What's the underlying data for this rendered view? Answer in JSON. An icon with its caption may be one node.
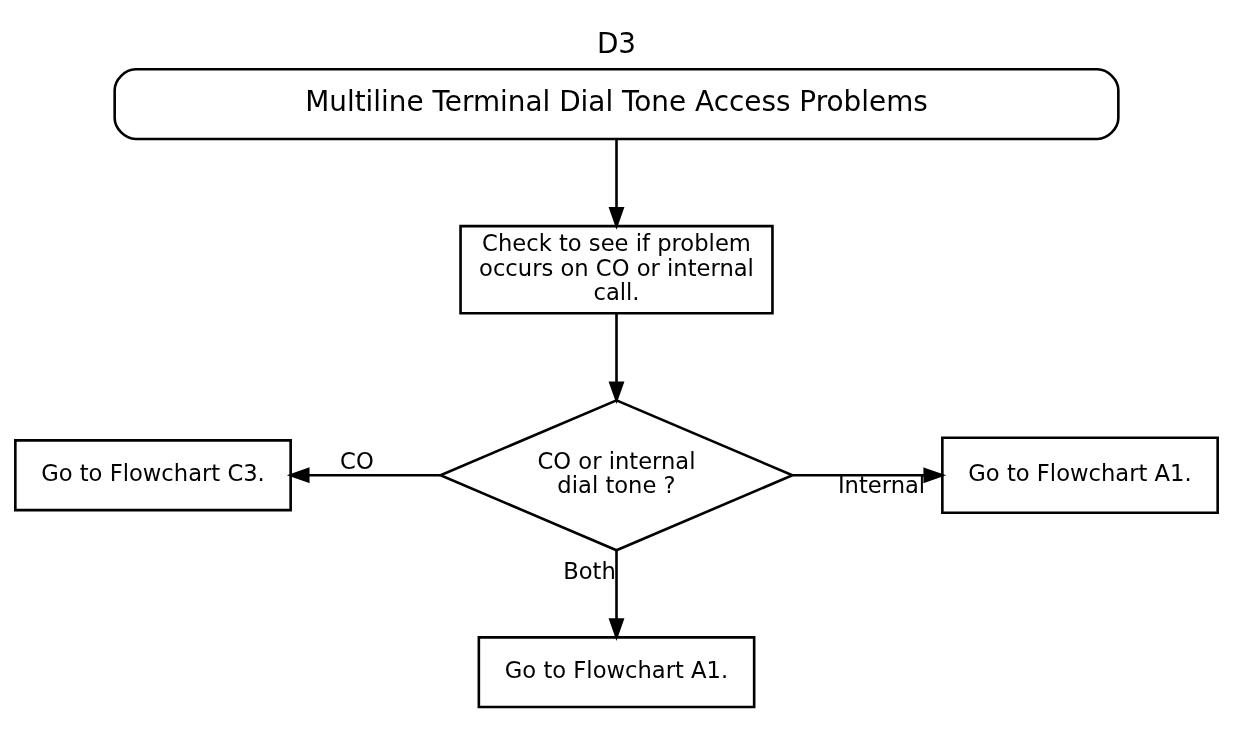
{
  "diagram": {
    "title": "D3",
    "nodes": [
      {
        "text": [
          "Multiline Terminal Dial Tone Access Problems"
        ]
      },
      {
        "text": [
          "Check to see if problem occurs on CO or internal call."
        ]
      },
      {
        "text": [
          "CO or internal dial tone ?"
        ]
      },
      {
        "text": [
          "Go to Flowchart C3."
        ]
      },
      {
        "text": [
          "Go to Flowchart A1."
        ]
      },
      {
        "text": [
          "Go to Flowchart A1."
        ]
      }
    ],
    "edges": [
      {
        "from": 0,
        "to": 1,
        "arrow": "to"
      },
      {
        "from": 1,
        "to": 2,
        "arrow": "to"
      },
      {
        "from": 2,
        "to": 3,
        "arrow": "to",
        "label": "CO"
      },
      {
        "from": 2,
        "to": 4,
        "arrow": "to",
        "label": "Internal"
      },
      {
        "from": 2,
        "to": 5,
        "arrow": "to",
        "label": "Both"
      }
    ]
  }
}
